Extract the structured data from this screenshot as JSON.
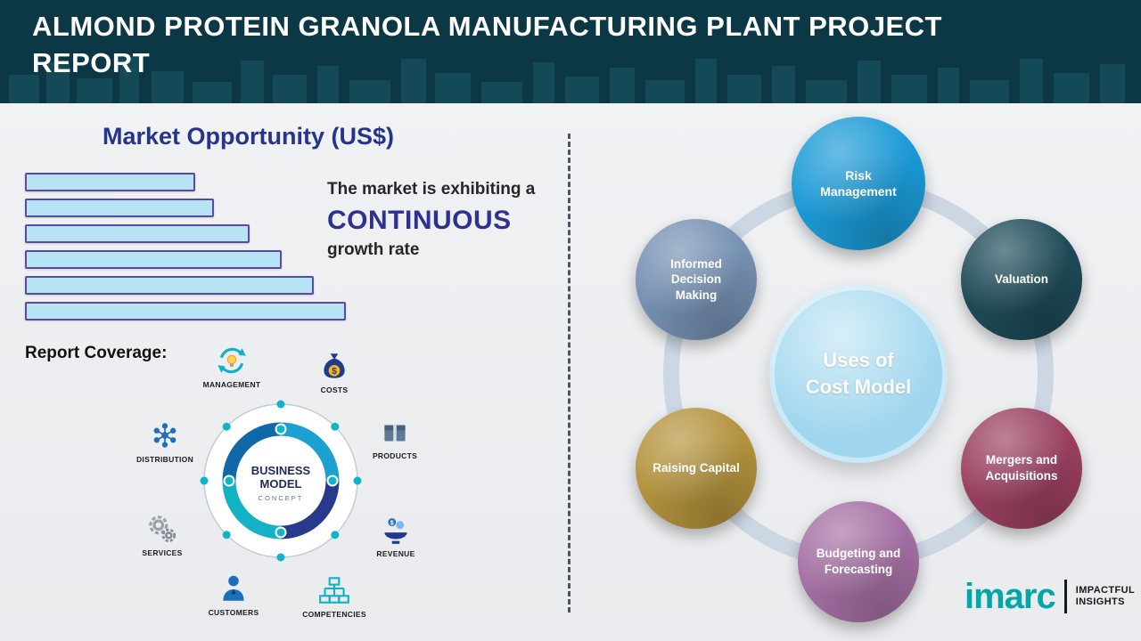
{
  "header": {
    "title": "ALMOND PROTEIN GRANOLA MANUFACTURING PLANT PROJECT REPORT"
  },
  "market": {
    "title": "Market Opportunity (US$)",
    "growth_line1": "The market is exhibiting a",
    "growth_highlight": "CONTINUOUS",
    "growth_line2": "growth rate"
  },
  "chart_data": {
    "type": "bar",
    "orientation": "horizontal",
    "title": "Market Opportunity (US$)",
    "values": [
      53,
      59,
      70,
      80,
      90,
      100
    ],
    "note": "Six unlabeled horizontal bars of steadily increasing length; values are relative estimates of bar lengths",
    "bar_fill": "#b6e4f5",
    "bar_border": "#5b4aa0",
    "xlabel": "",
    "ylabel": ""
  },
  "report_coverage": {
    "label": "Report Coverage:",
    "center_line1": "BUSINESS",
    "center_line2": "MODEL",
    "center_line3": "CONCEPT",
    "items": [
      "MANAGEMENT",
      "COSTS",
      "DISTRIBUTION",
      "PRODUCTS",
      "SERVICES",
      "REVENUE",
      "CUSTOMERS",
      "COMPETENCIES"
    ]
  },
  "cost_model": {
    "center_line1": "Uses of",
    "center_line2": "Cost Model",
    "center_color": "#9fd6ee",
    "items": [
      {
        "label": "Risk Management",
        "color": "#1a9ad6"
      },
      {
        "label": "Valuation",
        "color": "#1d4a57"
      },
      {
        "label": "Mergers and Acquisitions",
        "color": "#9a3f60"
      },
      {
        "label": "Budgeting and Forecasting",
        "color": "#a46fa3"
      },
      {
        "label": "Raising Capital",
        "color": "#b3923c"
      },
      {
        "label": "Informed Decision Making",
        "color": "#7590b2"
      }
    ]
  },
  "logo": {
    "brand": "imarc",
    "tagline_line1": "IMPACTFUL",
    "tagline_line2": "INSIGHTS"
  }
}
